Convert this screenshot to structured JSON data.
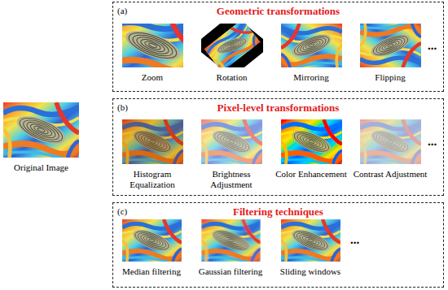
{
  "diagram": {
    "nodes": [
      {
        "text": [
          "Original Image"
        ]
      },
      {
        "text": [
          "(a)",
          "Geometric transformations"
        ]
      },
      {
        "text": [
          "Zoom"
        ],
        "in": 1
      },
      {
        "text": [
          "Rotation"
        ],
        "in": 1
      },
      {
        "text": [
          "Mirroring"
        ],
        "in": 1
      },
      {
        "text": [
          "Flipping"
        ],
        "in": 1
      },
      {
        "text": [
          "(b)",
          "Pixel-level transformations"
        ]
      },
      {
        "text": [
          "Histogram Equalization"
        ],
        "in": 6
      },
      {
        "text": [
          "Brightness Adjustment"
        ],
        "in": 6
      },
      {
        "text": [
          "Color Enhancement"
        ],
        "in": 6
      },
      {
        "text": [
          "Contrast Adjustment"
        ],
        "in": 6
      },
      {
        "text": [
          "(c)",
          "Filtering techniques"
        ]
      },
      {
        "text": [
          "Median filtering"
        ],
        "in": 11
      },
      {
        "text": [
          "Gaussian filtering"
        ],
        "in": 11
      },
      {
        "text": [
          "Sliding windows"
        ],
        "in": 11
      }
    ],
    "labels": [
      "...",
      "...",
      "..."
    ]
  }
}
